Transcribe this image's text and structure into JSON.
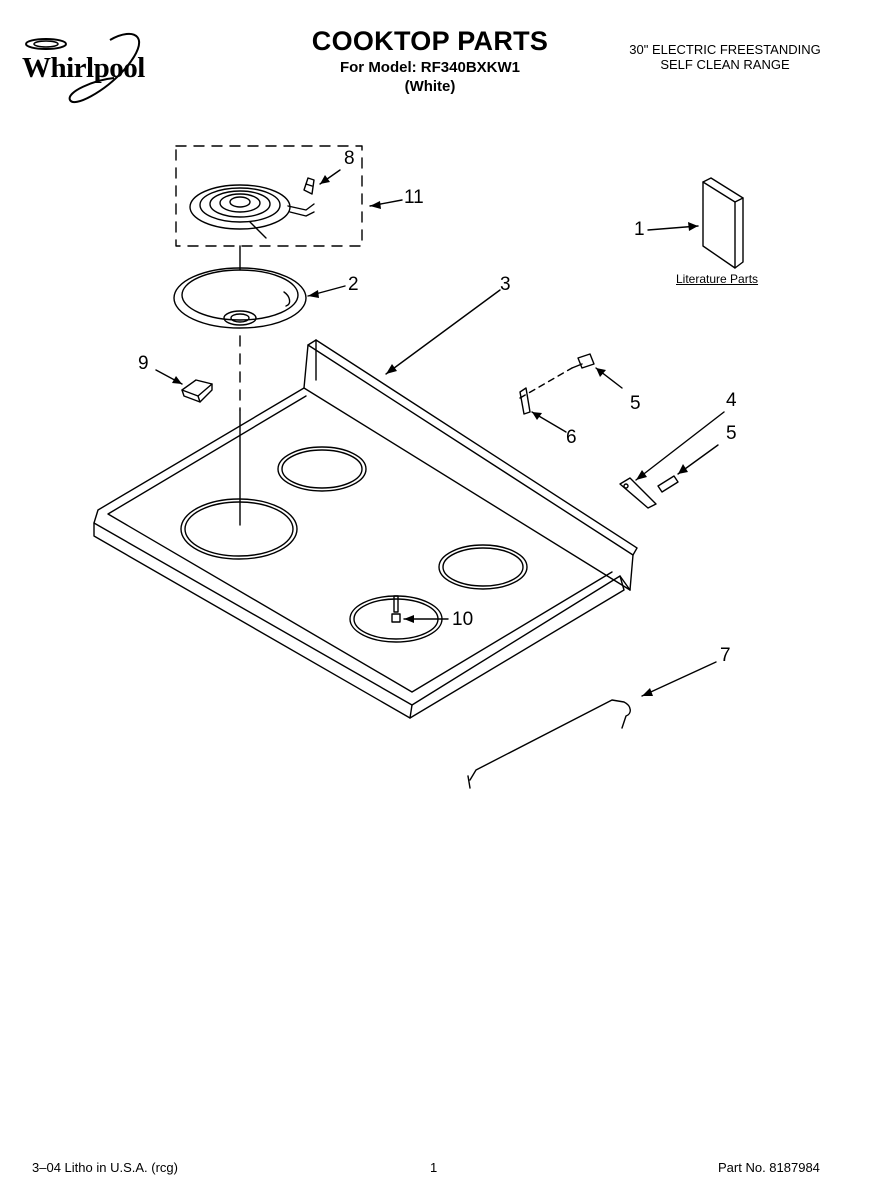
{
  "brand": {
    "name": "Whirlpool"
  },
  "header": {
    "title": "COOKTOP PARTS",
    "model_line": "For Model: RF340BXKW1",
    "color_line": "(White)",
    "description_line1": "30\" ELECTRIC FREESTANDING",
    "description_line2": "SELF CLEAN RANGE"
  },
  "literature_label": "Literature Parts",
  "callouts": {
    "c1": "1",
    "c2": "2",
    "c3": "3",
    "c4": "4",
    "c5a": "5",
    "c5b": "5",
    "c6": "6",
    "c7": "7",
    "c8": "8",
    "c9": "9",
    "c10": "10",
    "c11": "11"
  },
  "footer": {
    "litho": "3–04 Litho in U.S.A. (rcg)",
    "page": "1",
    "part_number": "Part No. 8187984"
  }
}
